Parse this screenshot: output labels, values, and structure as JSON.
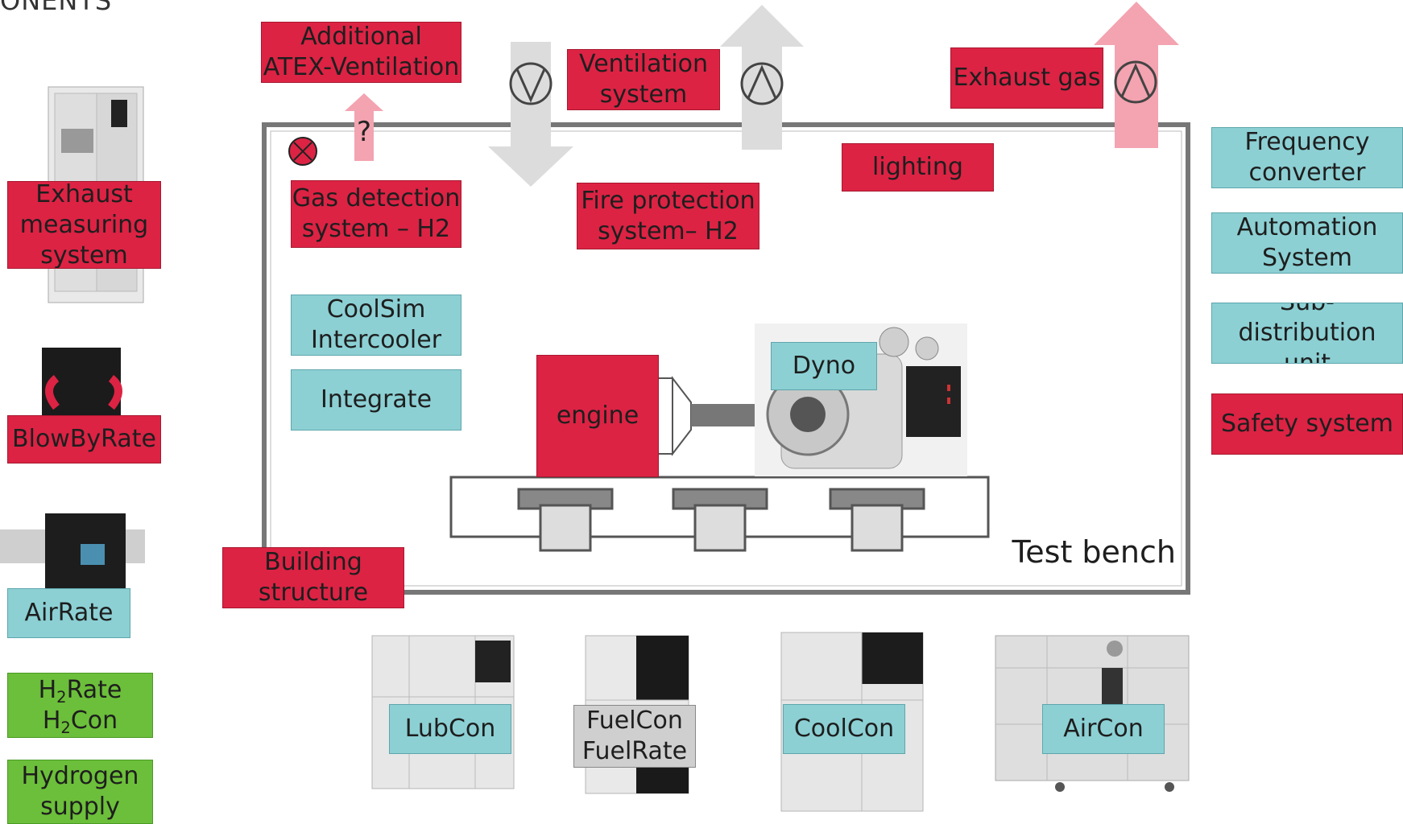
{
  "heading": "ONENTS",
  "left_column": {
    "exhaust": "Exhaust\nmeasuring\nsystem",
    "blowby": "BlowByRate",
    "airrate": "AirRate",
    "h2rate_main": "Rate",
    "h2con_main": "Con",
    "h2_letter": "H",
    "h2_sub": "2",
    "hydrogen": "Hydrogen\nsupply"
  },
  "top": {
    "atex": "Additional\nATEX-Ventilation",
    "ventilation": "Ventilation\nsystem",
    "exhaust_gas": "Exhaust gas",
    "question": "?"
  },
  "room": {
    "gas_detection": "Gas detection\nsystem – H2",
    "fire_protection": "Fire protection\nsystem– H2",
    "lighting": "lighting",
    "coolsim": "CoolSim\nIntercooler",
    "integrate": "Integrate",
    "engine": "engine",
    "dyno": "Dyno",
    "test_bench": "Test bench",
    "building": "Building\nstructure"
  },
  "right_column": {
    "frequency": "Frequency\nconverter",
    "automation": "Automation\nSystem",
    "subdistribution": "Sub-\ndistribution unit",
    "safety": "Safety system"
  },
  "bottom": {
    "lubcon": "LubCon",
    "fuelcon": "FuelCon\nFuelRate",
    "coolcon": "CoolCon",
    "aircon": "AirCon"
  },
  "icons": {
    "fan": "fan-icon",
    "alarm": "alarm-x-icon",
    "arrow_grey": "grey-arrow-icon",
    "arrow_pink": "pink-arrow-icon"
  },
  "colors": {
    "red": "#dc2344",
    "teal": "#8cd0d4",
    "green": "#6cbf3a",
    "grey_box": "#cfcfcf",
    "arrow_grey": "#dcdcdc",
    "arrow_pink": "#f4a3b0"
  }
}
